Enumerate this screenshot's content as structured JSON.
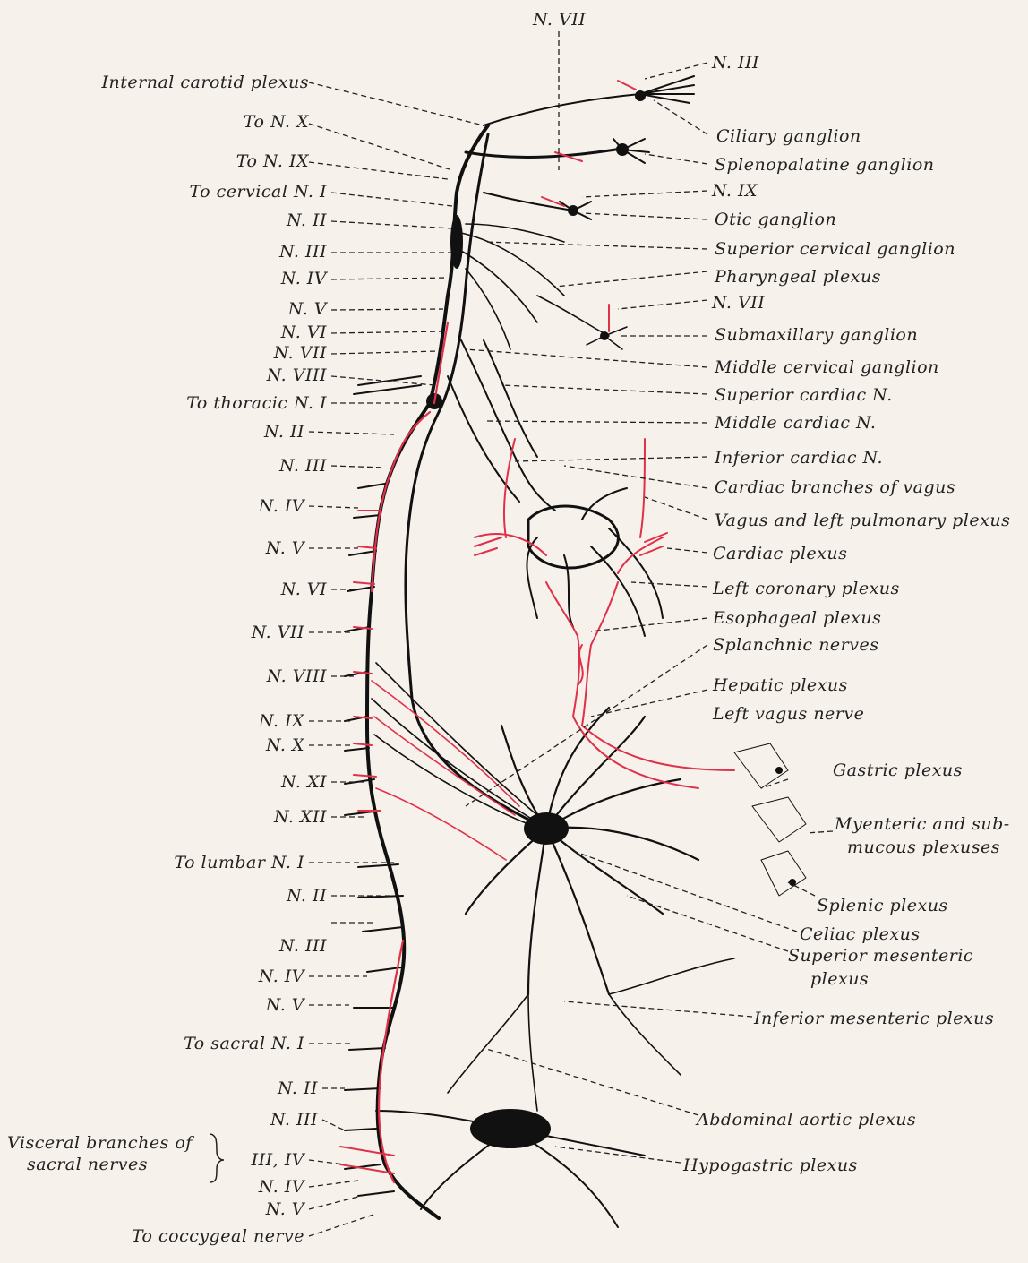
{
  "diagram": {
    "top_label": "N. VII",
    "left_labels": [
      {
        "text": "Internal carotid plexus"
      },
      {
        "text": "To N. X"
      },
      {
        "text": "To N. IX"
      },
      {
        "text": "To cervical N. I"
      },
      {
        "text": "N. II"
      },
      {
        "text": "N. III"
      },
      {
        "text": "N. IV"
      },
      {
        "text": "N. V"
      },
      {
        "text": "N. VI"
      },
      {
        "text": "N. VII"
      },
      {
        "text": "N. VIII"
      },
      {
        "text": "To thoracic N. I"
      },
      {
        "text": "N. II"
      },
      {
        "text": "N. III"
      },
      {
        "text": "N. IV"
      },
      {
        "text": "N. V"
      },
      {
        "text": "N. VI"
      },
      {
        "text": "N. VII"
      },
      {
        "text": "N. VIII"
      },
      {
        "text": "N. IX"
      },
      {
        "text": "N. X"
      },
      {
        "text": "N. XI"
      },
      {
        "text": "N. XII"
      },
      {
        "text": "To lumbar N. I"
      },
      {
        "text": "N. II"
      },
      {
        "text": "N. III"
      },
      {
        "text": "N. IV"
      },
      {
        "text": "N. V"
      },
      {
        "text": "To sacral N. I"
      },
      {
        "text": "N. II"
      },
      {
        "text": "N. III"
      },
      {
        "text": "III, IV"
      },
      {
        "text": "N. IV"
      },
      {
        "text": "N. V"
      },
      {
        "text": "To coccygeal nerve"
      }
    ],
    "visceral_label_line1": "Visceral branches of",
    "visceral_label_line2": "sacral nerves",
    "right_labels": [
      {
        "text": "N. III"
      },
      {
        "text": "Ciliary ganglion"
      },
      {
        "text": "Splenopalatine ganglion"
      },
      {
        "text": "N. IX"
      },
      {
        "text": "Otic ganglion"
      },
      {
        "text": "Superior cervical ganglion"
      },
      {
        "text": "Pharyngeal plexus"
      },
      {
        "text": "N. VII"
      },
      {
        "text": "Submaxillary ganglion"
      },
      {
        "text": "Middle cervical ganglion"
      },
      {
        "text": "Superior cardiac N."
      },
      {
        "text": "Middle cardiac N."
      },
      {
        "text": "Inferior cardiac N."
      },
      {
        "text": "Cardiac branches of vagus"
      },
      {
        "text": "Vagus and left pulmonary plexus"
      },
      {
        "text": "Cardiac plexus"
      },
      {
        "text": "Left coronary plexus"
      },
      {
        "text": "Esophageal plexus"
      },
      {
        "text": "Splanchnic nerves"
      },
      {
        "text": "Hepatic plexus"
      },
      {
        "text": "Left vagus nerve"
      },
      {
        "text": "Gastric plexus"
      },
      {
        "text": "Myenteric and sub-"
      },
      {
        "text": "mucous plexuses"
      },
      {
        "text": "Splenic plexus"
      },
      {
        "text": "Celiac plexus"
      },
      {
        "text": "Superior mesenteric"
      },
      {
        "text": "plexus"
      },
      {
        "text": "Inferior mesenteric plexus"
      },
      {
        "text": "Abdominal aortic plexus"
      },
      {
        "text": "Hypogastric plexus"
      }
    ],
    "colors": {
      "nerve": "#111111",
      "parasympathetic": "#e0314a",
      "background": "#f6f1ea"
    }
  }
}
